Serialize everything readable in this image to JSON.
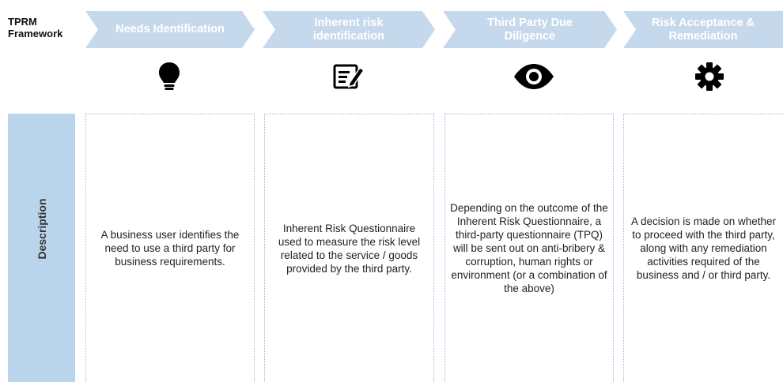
{
  "framework_label": "TPRM Framework",
  "stages": [
    {
      "title": "Needs Identification",
      "icon": "lightbulb-icon",
      "description": "A business user identifies the need to use a third party for business requirements."
    },
    {
      "title": "Inherent risk identification",
      "icon": "form-edit-icon",
      "description": "Inherent Risk Questionnaire used to measure the risk level related to the service / goods provided by the third party."
    },
    {
      "title": "Third Party Due Diligence",
      "icon": "eye-icon",
      "description": "Depending on the outcome of the Inherent Risk Questionnaire, a third-party questionnaire (TPQ) will be sent out on anti-bribery & corruption, human rights or environment (or a combination of the above)"
    },
    {
      "title": "Risk Acceptance & Remediation",
      "icon": "gear-icon",
      "description": "A decision is made on whether to proceed with the third party, along with any remediation activities required of the business and / or third party."
    }
  ],
  "row_label": "Description",
  "colors": {
    "chevron": "#c6d9ec",
    "side_bar": "#bad5eb",
    "box_border": "#9bb8d9",
    "icon": "#000000"
  }
}
